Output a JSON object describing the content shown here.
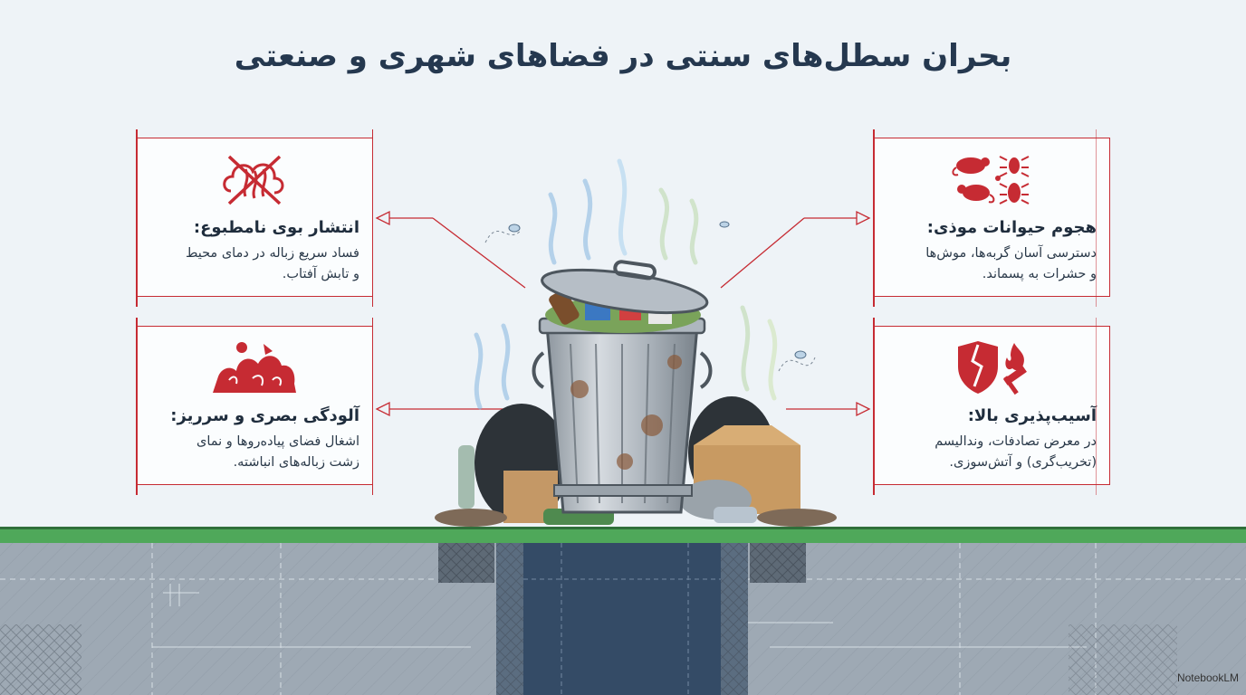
{
  "title": "بحران سطل‌های سنتی در فضاهای شهری و صنعتی",
  "cards": {
    "odor": {
      "icon": "no-odor-icon",
      "heading": "انتشار بوی نامطبوع:",
      "line1": "فساد سریع زباله در دمای محیط",
      "line2": "و تابش آفتاب."
    },
    "pollution": {
      "icon": "garbage-pile-icon",
      "heading": "آلودگی بصری و سرریز:",
      "line1": "اشغال فضای پیاده‌روها و نمای",
      "line2": "زشت زباله‌های انباشته."
    },
    "pests": {
      "icon": "pests-icon",
      "heading": "هجوم حیوانات موذی:",
      "line1": "دسترسی آسان گربه‌ها، موش‌ها",
      "line2": "و حشرات به پسماند."
    },
    "vulnerability": {
      "icon": "broken-shield-fire-icon",
      "heading": "آسیب‌پذیری بالا:",
      "line1": "در معرض تصادفات، وندالیسم",
      "line2": "(تخریب‌گری) و آتش‌سوزی."
    }
  },
  "brand": "NotebookLM",
  "colors": {
    "accent": "#c62b33",
    "ground": "#4fa85a",
    "concrete": "#9aa6b2"
  }
}
